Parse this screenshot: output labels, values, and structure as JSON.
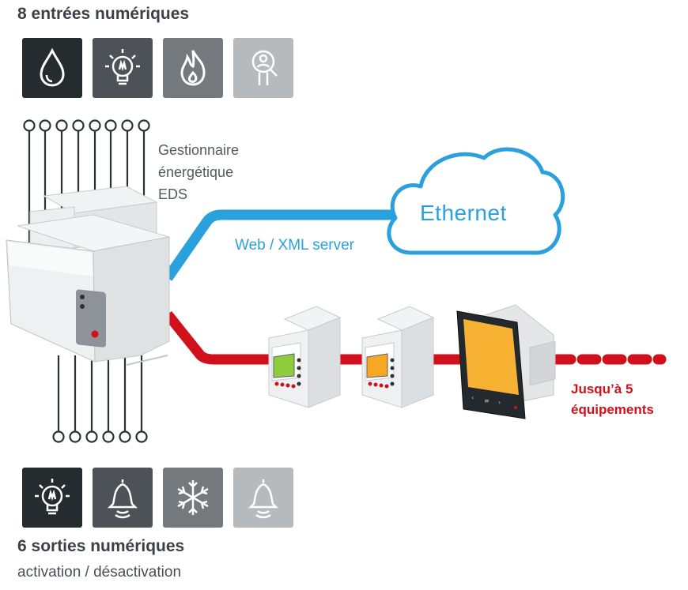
{
  "inputs": {
    "title": "8 entrées numériques",
    "tiles": [
      {
        "icon": "water-drop-icon",
        "color": "#252c30"
      },
      {
        "icon": "lightbulb-icon",
        "color": "#4c5258"
      },
      {
        "icon": "flame-icon",
        "color": "#74797e"
      },
      {
        "icon": "person-search-icon",
        "color": "#b7babd"
      }
    ]
  },
  "outputs": {
    "title": "6 sorties numériques",
    "subtitle": "activation / désactivation",
    "tiles": [
      {
        "icon": "lightbulb-icon",
        "color": "#252c30"
      },
      {
        "icon": "bell-icon",
        "color": "#4c5258"
      },
      {
        "icon": "snowflake-icon",
        "color": "#74797e"
      },
      {
        "icon": "bell-icon",
        "color": "#b7babd"
      }
    ]
  },
  "device": {
    "label": "Gestionnaire\nénergétique\nEDS"
  },
  "network": {
    "cloud_label": "Ethernet",
    "link_label": "Web / XML server",
    "chain_label": "Jusqu’à 5\néquipements",
    "blue": "#2aa0dc",
    "red": "#d0111b"
  }
}
